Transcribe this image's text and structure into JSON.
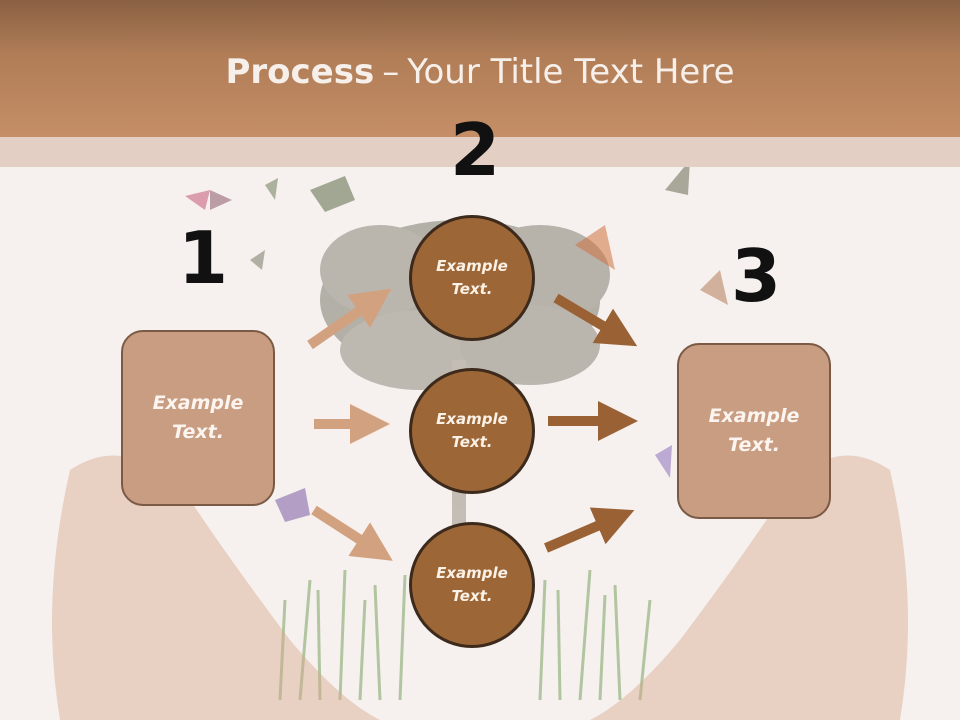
{
  "title": {
    "bold": "Process",
    "dash": "–",
    "rest": "Your Title Text Here"
  },
  "steps": [
    {
      "number": "1",
      "text": "Example\nText."
    },
    {
      "number": "2"
    },
    {
      "number": "3",
      "text": "Example\nText."
    }
  ],
  "circles": [
    {
      "text": "Example\nText."
    },
    {
      "text": "Example\nText."
    },
    {
      "text": "Example\nText."
    }
  ],
  "colors": {
    "title_band": "#b07d57",
    "box_fill": "#c99d82",
    "circle_fill": "#9c6636",
    "arrow_light": "#d2a180",
    "arrow_dark": "#9a6234"
  }
}
